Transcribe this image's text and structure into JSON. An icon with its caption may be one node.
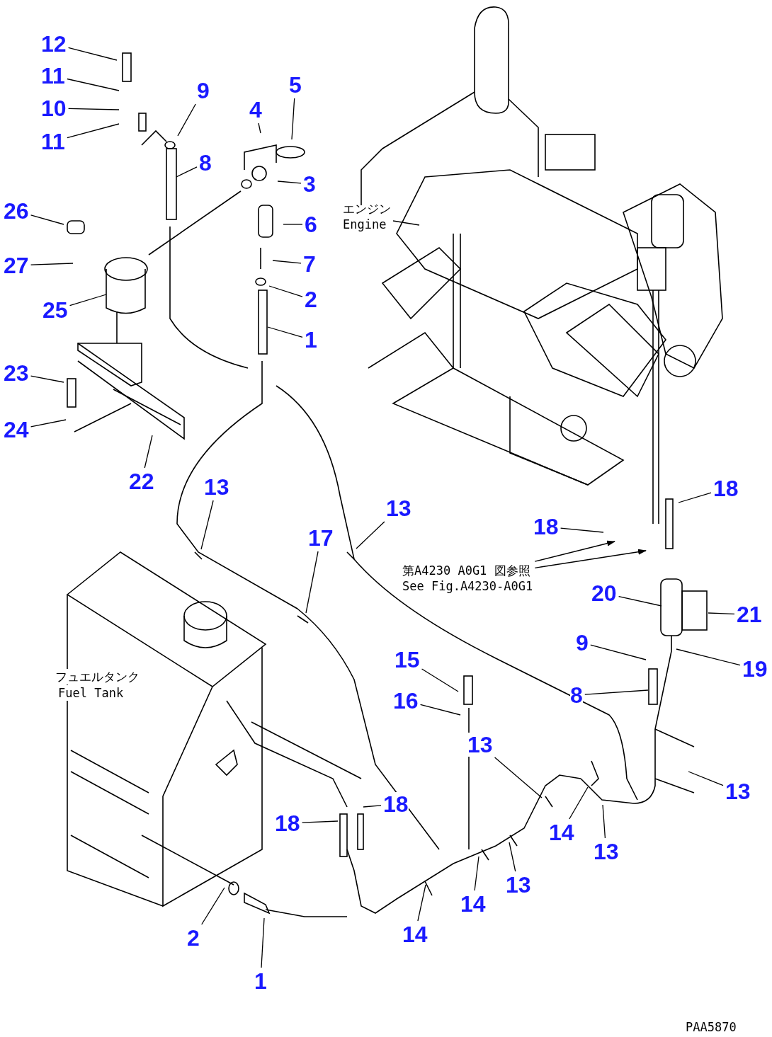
{
  "diagram": {
    "nodes": [
      {
        "text": [
          "12"
        ]
      },
      {
        "text": [
          "11"
        ]
      },
      {
        "text": [
          "10"
        ]
      },
      {
        "text": [
          "11"
        ]
      },
      {
        "text": [
          "9"
        ]
      },
      {
        "text": [
          "4"
        ]
      },
      {
        "text": [
          "5"
        ]
      },
      {
        "text": [
          "8"
        ]
      },
      {
        "text": [
          "3"
        ]
      },
      {
        "text": [
          "6"
        ]
      },
      {
        "text": [
          "26"
        ]
      },
      {
        "text": [
          "27"
        ]
      },
      {
        "text": [
          "7"
        ]
      },
      {
        "text": [
          "2"
        ]
      },
      {
        "text": [
          "25"
        ]
      },
      {
        "text": [
          "1"
        ]
      },
      {
        "text": [
          "23"
        ]
      },
      {
        "text": [
          "24"
        ]
      },
      {
        "text": [
          "22"
        ]
      },
      {
        "text": [
          "13"
        ]
      },
      {
        "text": [
          "13"
        ]
      },
      {
        "text": [
          "17"
        ]
      },
      {
        "text": [
          "18"
        ]
      },
      {
        "text": [
          "18"
        ]
      },
      {
        "text": [
          "20"
        ]
      },
      {
        "text": [
          "21"
        ]
      },
      {
        "text": [
          "9"
        ]
      },
      {
        "text": [
          "19"
        ]
      },
      {
        "text": [
          "15"
        ]
      },
      {
        "text": [
          "8"
        ]
      },
      {
        "text": [
          "16"
        ]
      },
      {
        "text": [
          "13"
        ]
      },
      {
        "text": [
          "13"
        ]
      },
      {
        "text": [
          "18"
        ]
      },
      {
        "text": [
          "18"
        ]
      },
      {
        "text": [
          "14"
        ]
      },
      {
        "text": [
          "13"
        ]
      },
      {
        "text": [
          "13"
        ]
      },
      {
        "text": [
          "14"
        ]
      },
      {
        "text": [
          "2"
        ]
      },
      {
        "text": [
          "14"
        ]
      },
      {
        "text": [
          "1"
        ]
      },
      {
        "text": [
          "エンジン",
          "Engine"
        ]
      },
      {
        "text": [
          "第A4230 A0G1 図参照",
          "See Fig.A4230-A0G1"
        ]
      }
    ],
    "edges": [
      {
        "from": 0,
        "to": null,
        "arrow": "none"
      },
      {
        "from": 1,
        "to": null,
        "arrow": "none"
      },
      {
        "from": 2,
        "to": null,
        "arrow": "none"
      },
      {
        "from": 3,
        "to": null,
        "arrow": "none"
      },
      {
        "from": 4,
        "to": null,
        "arrow": "none"
      },
      {
        "from": 5,
        "to": null,
        "arrow": "none"
      },
      {
        "from": 6,
        "to": null,
        "arrow": "none"
      },
      {
        "from": 7,
        "to": null,
        "arrow": "none"
      },
      {
        "from": 8,
        "to": null,
        "arrow": "none"
      },
      {
        "from": 9,
        "to": null,
        "arrow": "none"
      },
      {
        "from": 10,
        "to": null,
        "arrow": "none"
      },
      {
        "from": 11,
        "to": null,
        "arrow": "none"
      },
      {
        "from": 12,
        "to": null,
        "arrow": "none"
      },
      {
        "from": 13,
        "to": null,
        "arrow": "none"
      },
      {
        "from": 14,
        "to": null,
        "arrow": "none"
      },
      {
        "from": 15,
        "to": null,
        "arrow": "none"
      },
      {
        "from": 16,
        "to": null,
        "arrow": "none"
      },
      {
        "from": 17,
        "to": null,
        "arrow": "none"
      },
      {
        "from": 18,
        "to": null,
        "arrow": "none"
      },
      {
        "from": 19,
        "to": null,
        "arrow": "none"
      },
      {
        "from": 20,
        "to": null,
        "arrow": "none"
      },
      {
        "from": 21,
        "to": null,
        "arrow": "none"
      },
      {
        "from": 22,
        "to": null,
        "arrow": "none"
      },
      {
        "from": 23,
        "to": null,
        "arrow": "none"
      },
      {
        "from": 24,
        "to": null,
        "arrow": "none"
      },
      {
        "from": 25,
        "to": null,
        "arrow": "none"
      },
      {
        "from": 26,
        "to": null,
        "arrow": "none"
      },
      {
        "from": 27,
        "to": null,
        "arrow": "none"
      },
      {
        "from": 28,
        "to": null,
        "arrow": "none"
      },
      {
        "from": 29,
        "to": null,
        "arrow": "none"
      },
      {
        "from": 30,
        "to": null,
        "arrow": "none"
      },
      {
        "from": 31,
        "to": null,
        "arrow": "none"
      },
      {
        "from": 32,
        "to": null,
        "arrow": "none"
      },
      {
        "from": 33,
        "to": null,
        "arrow": "none"
      },
      {
        "from": 34,
        "to": null,
        "arrow": "none"
      },
      {
        "from": 35,
        "to": null,
        "arrow": "none"
      },
      {
        "from": 36,
        "to": null,
        "arrow": "none"
      },
      {
        "from": 37,
        "to": null,
        "arrow": "none"
      },
      {
        "from": 38,
        "to": null,
        "arrow": "none"
      },
      {
        "from": 39,
        "to": null,
        "arrow": "none"
      },
      {
        "from": 40,
        "to": null,
        "arrow": "none"
      },
      {
        "from": 41,
        "to": null,
        "arrow": "none"
      },
      {
        "from": 42,
        "to": null,
        "arrow": "none"
      },
      {
        "from": 43,
        "to": null,
        "arrow": "to"
      },
      {
        "from": 43,
        "to": null,
        "arrow": "to"
      }
    ],
    "labels": [
      "フュエルタンク",
      "Fuel Tank",
      "PAA5870"
    ]
  }
}
